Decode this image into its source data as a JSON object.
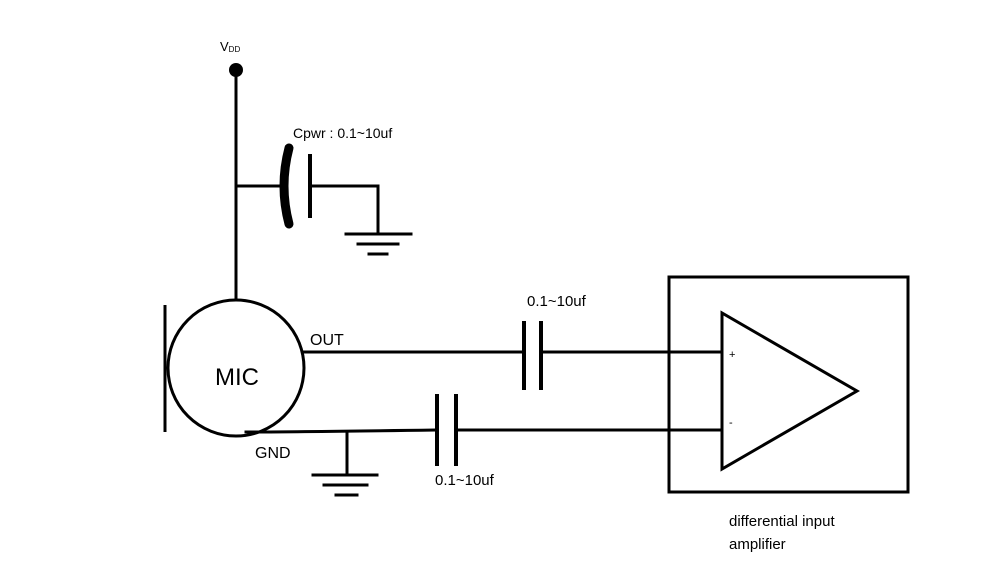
{
  "labels": {
    "vdd_main": "V",
    "vdd_sub": "DD",
    "cpwr": "Cpwr : 0.1~10uf",
    "cap_out": "0.1~10uf",
    "cap_gnd": "0.1~10uf",
    "mic": "MIC",
    "out": "OUT",
    "gnd": "GND",
    "plus": "+",
    "minus": "-",
    "amp_line1": "differential input",
    "amp_line2": "amplifier"
  }
}
